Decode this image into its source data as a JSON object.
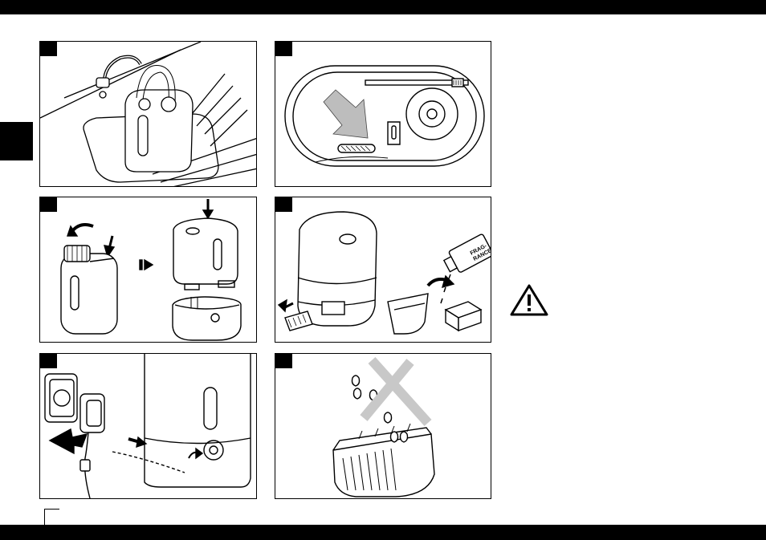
{
  "page": {
    "background": "#ffffff",
    "bar_color": "#000000"
  },
  "panels": [
    {
      "id": "fill-at-tap",
      "depicts": "water-tank-under-faucet"
    },
    {
      "id": "base-top-view",
      "depicts": "base-top-view-arrow"
    },
    {
      "id": "assemble",
      "depicts": "cap-rotate-and-place-tank"
    },
    {
      "id": "fragrance",
      "depicts": "fragrance-pad-tray",
      "label": "FRAG-\nRANCE"
    },
    {
      "id": "power",
      "depicts": "adapter-plug-and-knob"
    },
    {
      "id": "no-water",
      "depicts": "no-water-on-tray"
    }
  ],
  "icons": {
    "warning": "warning-triangle-icon"
  }
}
